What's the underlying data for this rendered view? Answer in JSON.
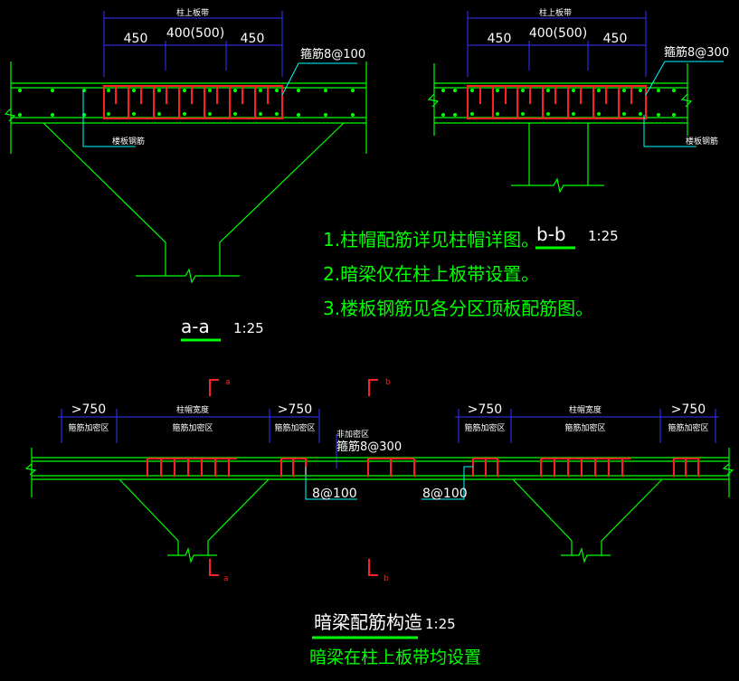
{
  "colors": {
    "background": "#000000",
    "outline": "#00ff00",
    "rebar": "#ff2020",
    "dim": "#3333ff",
    "text": "#ffffff",
    "note": "#00ff00",
    "leader": "#00ffff"
  },
  "section_aa": {
    "title": "a-a",
    "scale": "1:25",
    "band_label": "柱上板带",
    "dims": [
      "450",
      "400(500)",
      "450"
    ],
    "stirrup": "箍筋8@100",
    "slab_rebar": "楼板钢筋"
  },
  "section_bb": {
    "title": "b-b",
    "scale": "1:25",
    "band_label": "柱上板带",
    "dims": [
      "450",
      "400(500)",
      "450"
    ],
    "stirrup": "箍筋8@300",
    "slab_rebar": "楼板钢筋"
  },
  "notes": [
    "1.柱帽配筋详见柱帽详图。",
    "2.暗梁仅在柱上板带设置。",
    "3.楼板钢筋见各分区顶板配筋图。"
  ],
  "elevation": {
    "title": "暗梁配筋构造",
    "scale": "1:25",
    "subtitle": "暗梁在柱上板带均设置",
    "dims_top": [
      ">750",
      "柱帽宽度",
      ">750",
      ">750",
      "柱帽宽度",
      ">750"
    ],
    "zone_labels": [
      "箍筋加密区",
      "箍筋加密区",
      "箍筋加密区",
      "箍筋加密区",
      "箍筋加密区",
      "箍筋加密区"
    ],
    "mid_zone": "非加密区",
    "mid_stirrup": "箍筋8@300",
    "callouts": [
      "8@100",
      "8@100"
    ],
    "cut_marks": [
      "a",
      "b",
      "a",
      "b"
    ]
  }
}
